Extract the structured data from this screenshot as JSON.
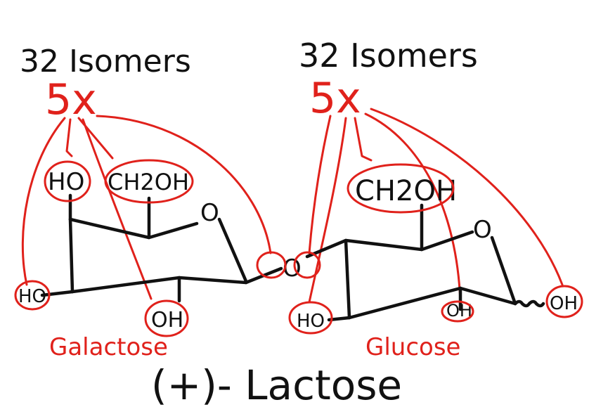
{
  "galactose": {
    "isomer_count": "32 Isomers",
    "multiplier": "5x",
    "name": "Galactose",
    "groups": {
      "ho_top": "HO",
      "ch2oh": "CH2OH",
      "ring_oxygen": "O",
      "ho_left": "HO",
      "oh_bottom": "OH"
    }
  },
  "linkage_oxygen": "O",
  "glucose": {
    "isomer_count": "32 Isomers",
    "multiplier": "5x",
    "name": "Glucose",
    "groups": {
      "ch2oh": "CH2OH",
      "ring_oxygen": "O",
      "ho_left": "HO",
      "oh_bottom": "OH",
      "oh_anomeric": "OH"
    }
  },
  "title": "(+)- Lactose",
  "colors": {
    "ink": "#111111",
    "annotation": "#e0211b"
  }
}
